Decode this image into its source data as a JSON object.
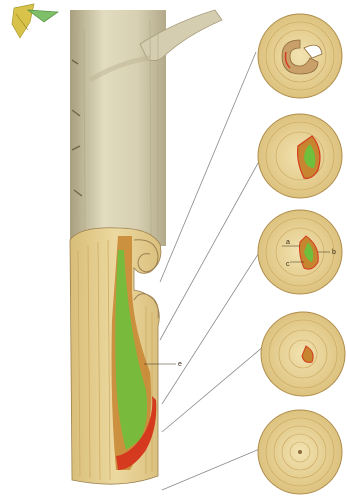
{
  "figure": {
    "labels": {
      "marker_a": "a",
      "marker_b": "b",
      "marker_c": "c",
      "marker_e": "e"
    },
    "colors": {
      "bark": "#d9d2b4",
      "bark_shadow": "#b7ae8c",
      "wood": "#e6cf8e",
      "wood_ring": "#c9a45a",
      "decay_brown": "#c7852f",
      "decay_green": "#6fbf3c",
      "decay_red": "#d63a1e",
      "leader_line": "#7a7a7a",
      "leaf": "#d8c24a"
    }
  }
}
